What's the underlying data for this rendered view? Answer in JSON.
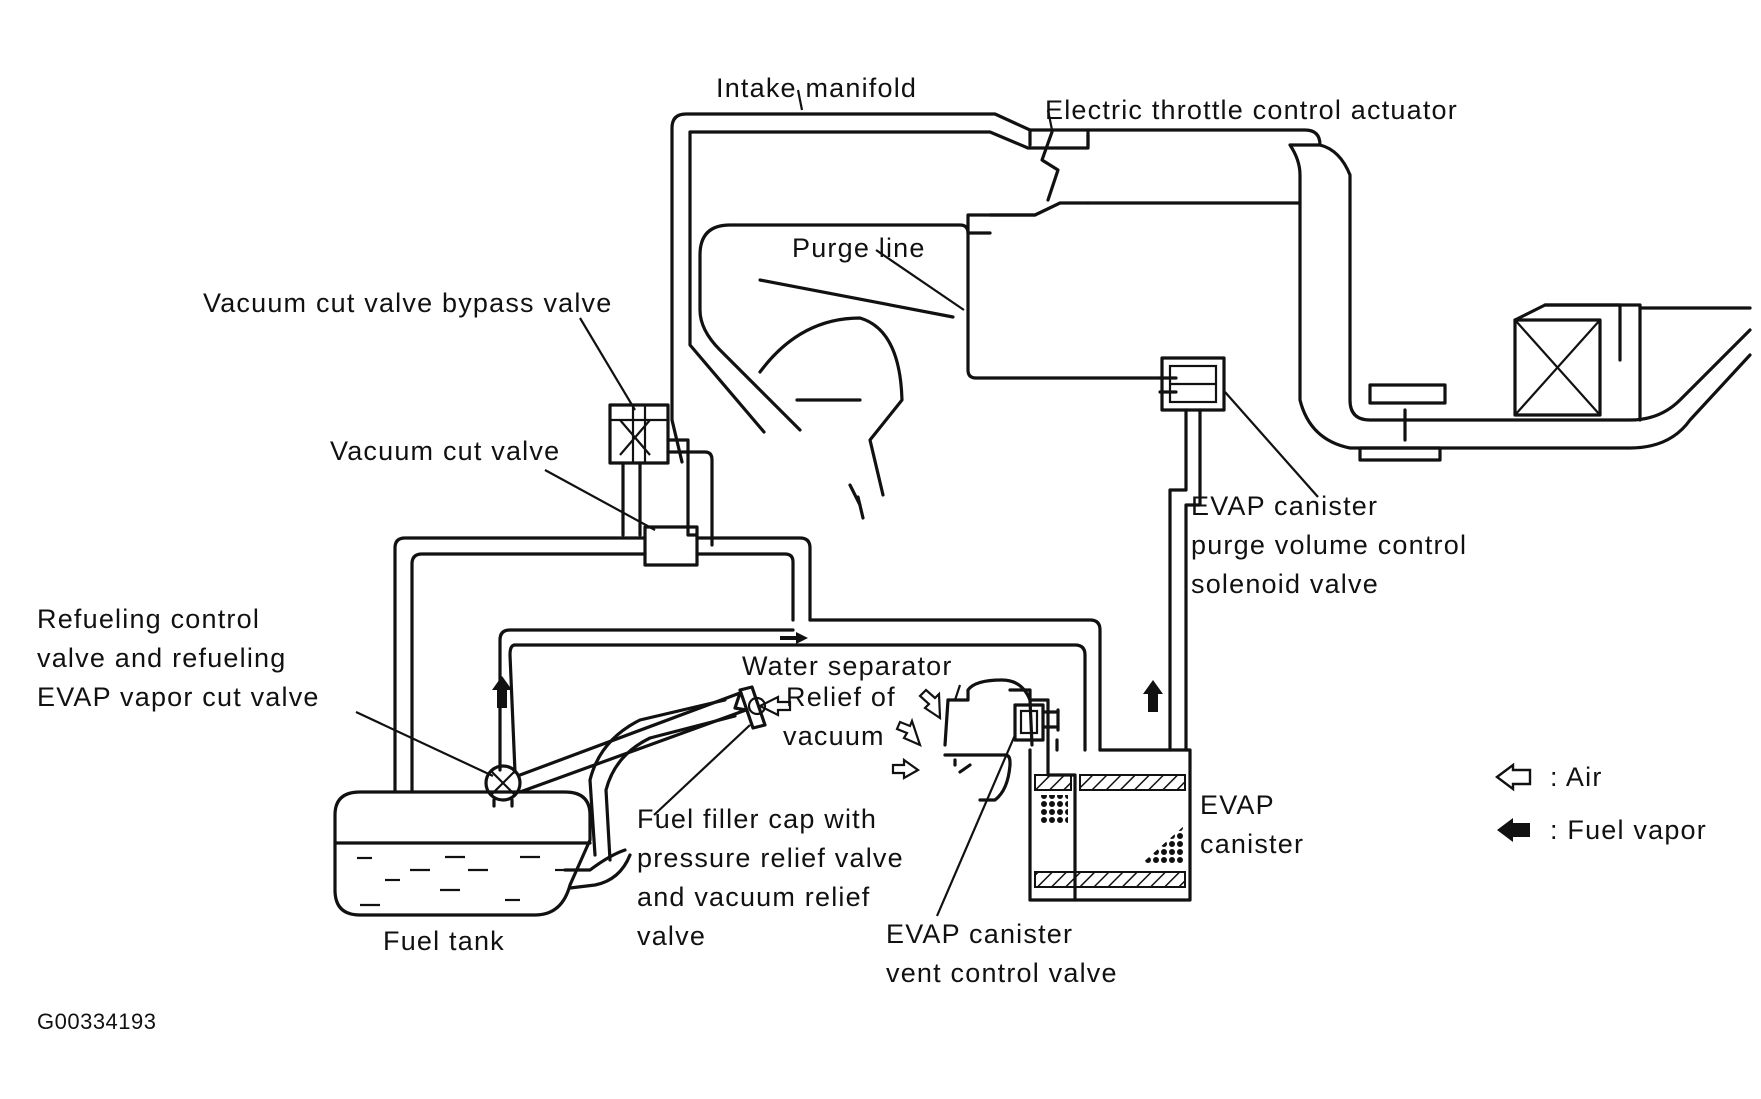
{
  "labels": {
    "intake_manifold": "Intake manifold",
    "throttle_actuator": "Electric throttle control actuator",
    "purge_line": "Purge line",
    "bypass_valve": "Vacuum cut valve bypass valve",
    "vacuum_cut_valve": "Vacuum cut valve",
    "refueling_valve": [
      "Refueling control",
      "valve and refueling",
      "EVAP vapor cut valve"
    ],
    "purge_solenoid": [
      "EVAP canister",
      "purge volume control",
      "solenoid valve"
    ],
    "water_separator": "Water separator",
    "relief_vacuum": [
      "Relief of",
      "vacuum"
    ],
    "filler_cap": [
      "Fuel filler cap with",
      "pressure relief valve",
      "and vacuum relief",
      "valve"
    ],
    "fuel_tank": "Fuel tank",
    "vent_valve": [
      "EVAP canister",
      "vent control valve"
    ],
    "evap_canister": [
      "EVAP",
      "canister"
    ],
    "figure_code": "G00334193"
  },
  "legend": {
    "air": {
      "icon": "hollow-arrow-icon",
      "text": ": Air"
    },
    "fuel_vapor": {
      "icon": "solid-arrow-icon",
      "text": ": Fuel vapor"
    }
  },
  "colors": {
    "line": "#111111",
    "background": "#ffffff"
  }
}
